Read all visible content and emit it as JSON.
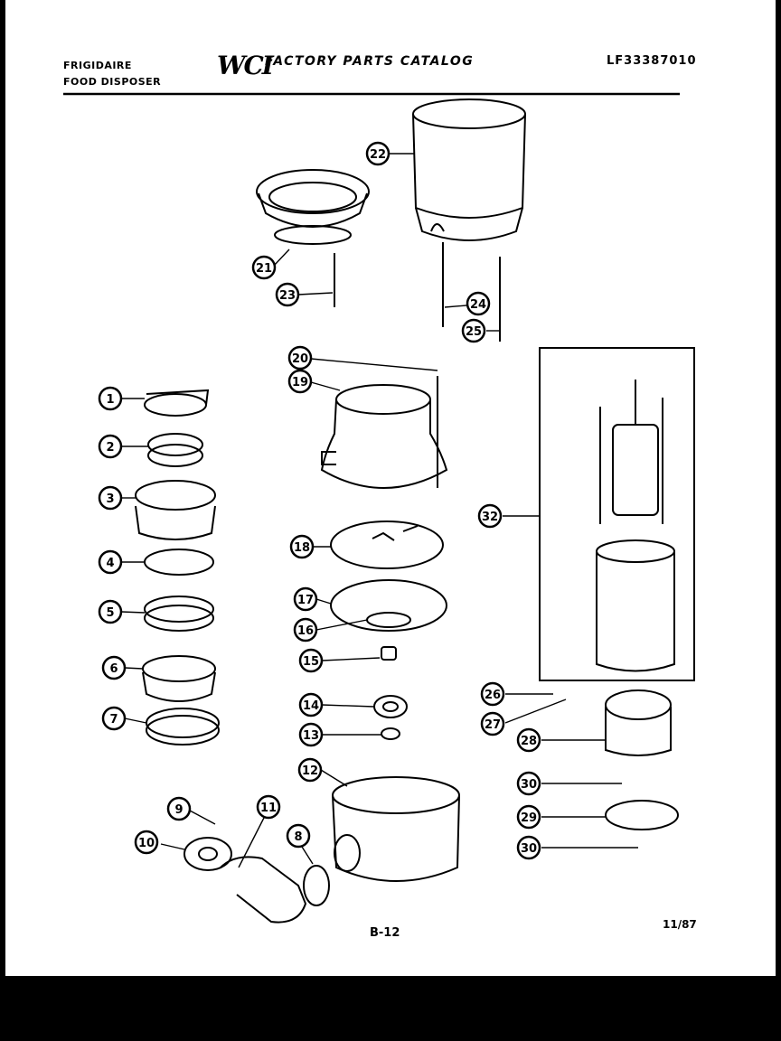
{
  "header": {
    "brand_line1": "FRIGIDAIRE",
    "brand_line2": "FOOD DISPOSER",
    "logo": "WCI",
    "catalog_title": "FACTORY PARTS CATALOG",
    "model_number": "LF33387010"
  },
  "footer": {
    "page_code": "B-12",
    "date": "11/87"
  },
  "callouts": [
    {
      "id": "c1",
      "label": "1"
    },
    {
      "id": "c2",
      "label": "2"
    },
    {
      "id": "c3",
      "label": "3"
    },
    {
      "id": "c4",
      "label": "4"
    },
    {
      "id": "c5",
      "label": "5"
    },
    {
      "id": "c6",
      "label": "6"
    },
    {
      "id": "c7",
      "label": "7"
    },
    {
      "id": "c8",
      "label": "8"
    },
    {
      "id": "c9",
      "label": "9"
    },
    {
      "id": "c10",
      "label": "10"
    },
    {
      "id": "c11",
      "label": "11"
    },
    {
      "id": "c12",
      "label": "12"
    },
    {
      "id": "c13",
      "label": "13"
    },
    {
      "id": "c14",
      "label": "14"
    },
    {
      "id": "c15",
      "label": "15"
    },
    {
      "id": "c16",
      "label": "16"
    },
    {
      "id": "c17",
      "label": "17"
    },
    {
      "id": "c18",
      "label": "18"
    },
    {
      "id": "c19",
      "label": "19"
    },
    {
      "id": "c20",
      "label": "20"
    },
    {
      "id": "c21",
      "label": "21"
    },
    {
      "id": "c22",
      "label": "22"
    },
    {
      "id": "c23",
      "label": "23"
    },
    {
      "id": "c24",
      "label": "24"
    },
    {
      "id": "c25",
      "label": "25"
    },
    {
      "id": "c26",
      "label": "26"
    },
    {
      "id": "c27",
      "label": "27"
    },
    {
      "id": "c28",
      "label": "28"
    },
    {
      "id": "c29",
      "label": "29"
    },
    {
      "id": "c30a",
      "label": "30"
    },
    {
      "id": "c30b",
      "label": "30"
    },
    {
      "id": "c32",
      "label": "32"
    }
  ]
}
